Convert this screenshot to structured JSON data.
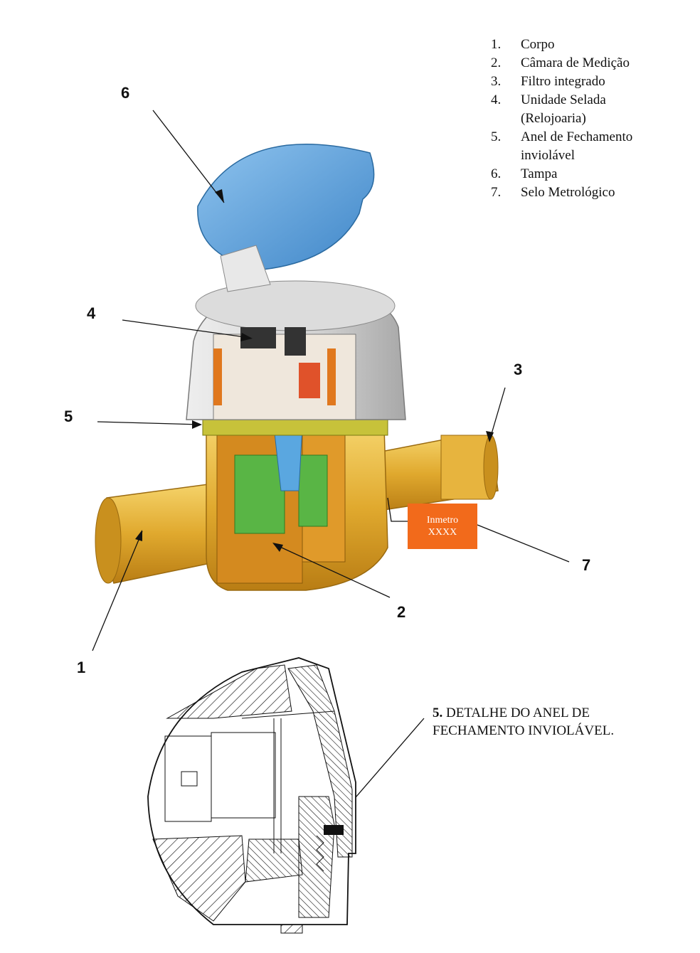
{
  "legend": [
    {
      "num": "1.",
      "text": "Corpo"
    },
    {
      "num": "2.",
      "text": "Câmara de Medição"
    },
    {
      "num": "3.",
      "text": "Filtro integrado"
    },
    {
      "num": "4.",
      "text": "Unidade Selada (Relojoaria)"
    },
    {
      "num": "5.",
      "text": "Anel de Fechamento inviolável"
    },
    {
      "num": "6.",
      "text": "Tampa"
    },
    {
      "num": "7.",
      "text": "Selo Metrológico"
    }
  ],
  "callouts": {
    "c1": "1",
    "c2": "2",
    "c3": "3",
    "c4": "4",
    "c5": "5",
    "c6": "6",
    "c7": "7"
  },
  "seal": {
    "line1": "Inmetro",
    "line2": "XXXX"
  },
  "detail": {
    "num": "5.",
    "text": "DETALHE DO ANEL DE FECHAMENTO INVIOLÁVEL."
  },
  "colors": {
    "body": "#e0a92e",
    "cap": "#5d9fd4",
    "housing": "#d2d2d2",
    "seal": "#f26a1b",
    "chamber": "#59b545"
  }
}
